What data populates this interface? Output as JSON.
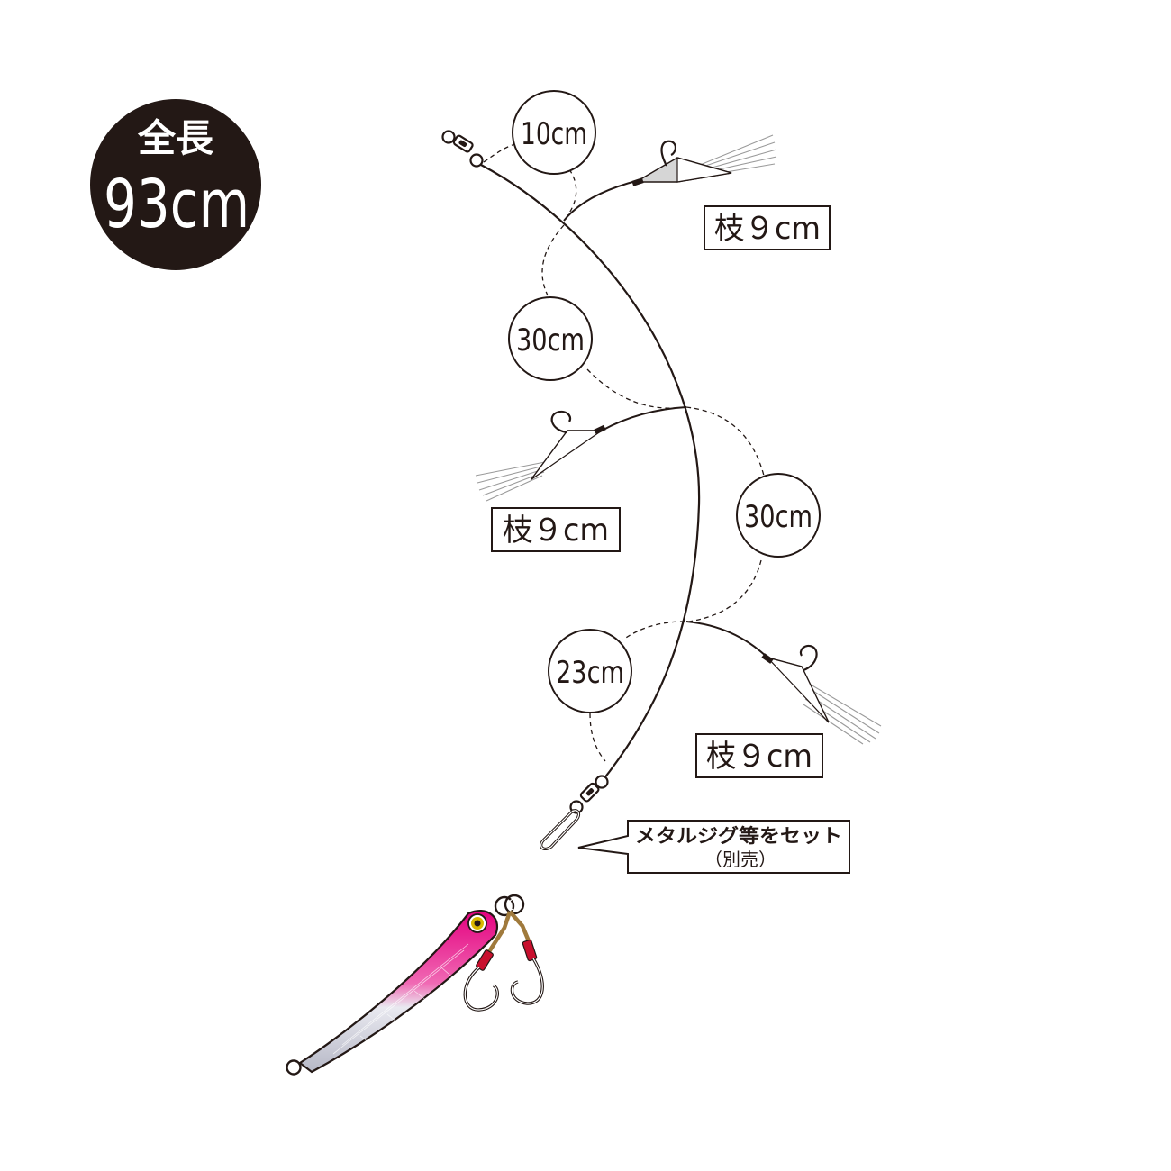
{
  "badge": {
    "line1": "全長",
    "line2": "93cm",
    "color": "#231815"
  },
  "segments": [
    {
      "id": "top",
      "label": "10cm"
    },
    {
      "id": "upper",
      "label": "30cm"
    },
    {
      "id": "middle",
      "label": "30cm"
    },
    {
      "id": "bottom",
      "label": "23cm"
    }
  ],
  "branches": [
    {
      "id": "branch-1",
      "label": "枝９cm"
    },
    {
      "id": "branch-2",
      "label": "枝９cm"
    },
    {
      "id": "branch-3",
      "label": "枝９cm"
    }
  ],
  "callout": {
    "line1": "メタルジグ等をセット",
    "line2": "（別売）"
  },
  "colors": {
    "ink": "#231815",
    "lure_pink": "#e4007f",
    "lure_silver": "#c9cbd6",
    "assist_cord": "#a07a3c",
    "wrap_red": "#c8102e",
    "eye_yellow": "#d9b800"
  },
  "icons": {
    "swivel": "swivel-icon",
    "snap": "snap-swivel-icon",
    "hook": "hook-icon",
    "lure": "metal-jig-icon"
  }
}
